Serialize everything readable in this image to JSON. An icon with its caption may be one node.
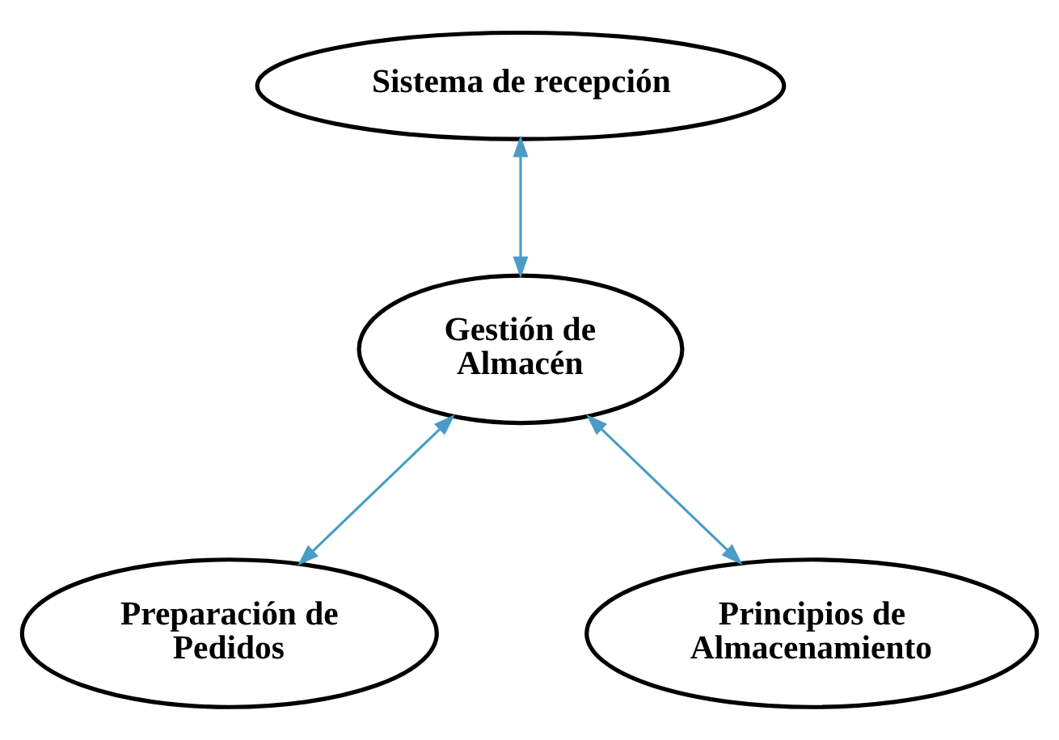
{
  "diagram": {
    "nodes": [
      {
        "text": [
          "Sistema de recepción"
        ]
      },
      {
        "text": [
          "Gestión de Almacén"
        ]
      },
      {
        "text": [
          "Preparación de Pedidos"
        ]
      },
      {
        "text": [
          "Principios de Almacenamiento"
        ]
      }
    ],
    "edges": [
      {
        "from": 0,
        "to": 1,
        "arrow": "both"
      },
      {
        "from": 1,
        "to": 2,
        "arrow": "both"
      },
      {
        "from": 1,
        "to": 3,
        "arrow": "both"
      }
    ]
  }
}
